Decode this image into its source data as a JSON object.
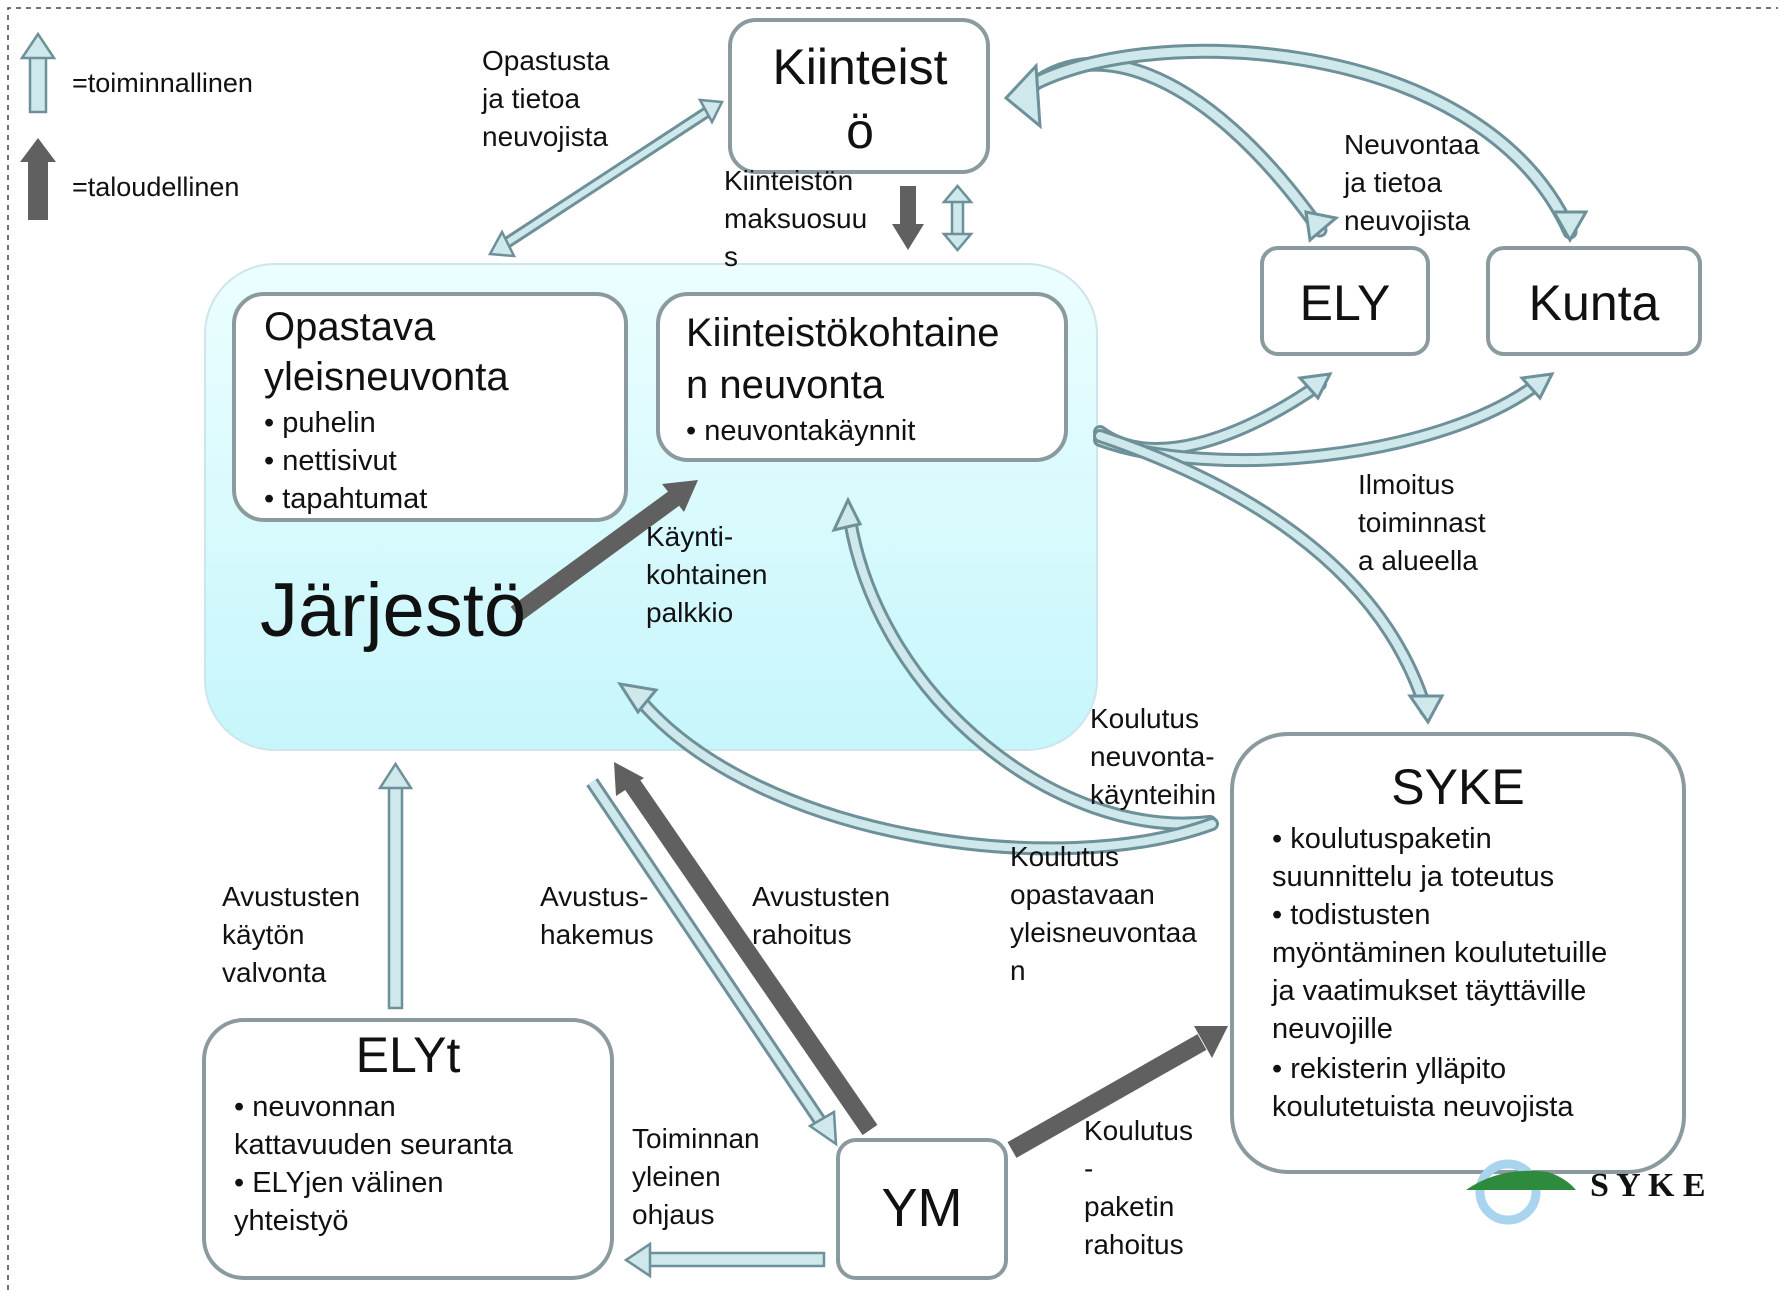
{
  "legend": {
    "functional_label": "=toiminnallinen",
    "financial_label": "=taloudellinen",
    "functional_color": "#cfe8ec",
    "financial_color": "#606060"
  },
  "nodes": {
    "kiinteisto": {
      "title_lines": [
        "Kiinteist",
        "ö"
      ]
    },
    "ely": {
      "title": "ELY"
    },
    "kunta": {
      "title": "Kunta"
    },
    "jarjesto": {
      "title": "Järjestö",
      "fill": "#d6fafd"
    },
    "opastava": {
      "title_lines": [
        "Opastava",
        "yleisneuvonta"
      ],
      "bullets": [
        "• puhelin",
        "• nettisivut",
        "• tapahtumat"
      ]
    },
    "kiinteistokohtainen": {
      "title_lines": [
        "Kiinteistökohtaine",
        "n neuvonta"
      ],
      "bullets": [
        "• neuvontakäynnit"
      ]
    },
    "syke": {
      "title": "SYKE",
      "lines": [
        "• koulutuspaketin",
        "suunnittelu ja toteutus",
        "• todistusten",
        "myöntäminen koulutetuille",
        "ja vaatimukset täyttäville",
        "neuvojille",
        "• rekisterin ylläpito",
        "koulutetuista neuvojista"
      ]
    },
    "elyt": {
      "title": "ELYt",
      "lines": [
        "• neuvonnan",
        "kattavuuden seuranta",
        "• ELYjen välinen",
        "yhteistyö"
      ]
    },
    "ym": {
      "title": "YM"
    }
  },
  "edge_labels": {
    "opastusta": [
      "Opastusta",
      "ja tietoa",
      "neuvojista"
    ],
    "maksuosuus": [
      "Kiinteistön",
      "maksuosuu",
      "s"
    ],
    "neuvontaa": [
      "Neuvontaa",
      "ja tietoa",
      "neuvojista"
    ],
    "ilmoitus": [
      "Ilmoitus",
      "toiminnast",
      "a alueella"
    ],
    "kayntikohtainen": [
      "Käynti-",
      "kohtainen",
      "palkkio"
    ],
    "koulutus_neuvonta": [
      "Koulutus",
      "neuvonta-",
      "käynteihin"
    ],
    "koulutus_opastavaan": [
      "Koulutus",
      "opastavaan",
      "yleisneuvontaa",
      "n"
    ],
    "avustusten_kayton": [
      "Avustusten",
      "käytön",
      "valvonta"
    ],
    "avustushakemus": [
      "Avustus-",
      "hakemus"
    ],
    "avustusten_rahoitus": [
      "Avustusten",
      "rahoitus"
    ],
    "toiminnan": [
      "Toiminnan",
      "yleinen",
      "ohjaus"
    ],
    "koulutuspaketin": [
      "Koulutus",
      "-",
      "paketin",
      "rahoitus"
    ]
  },
  "logo": {
    "text": "S Y K E"
  }
}
